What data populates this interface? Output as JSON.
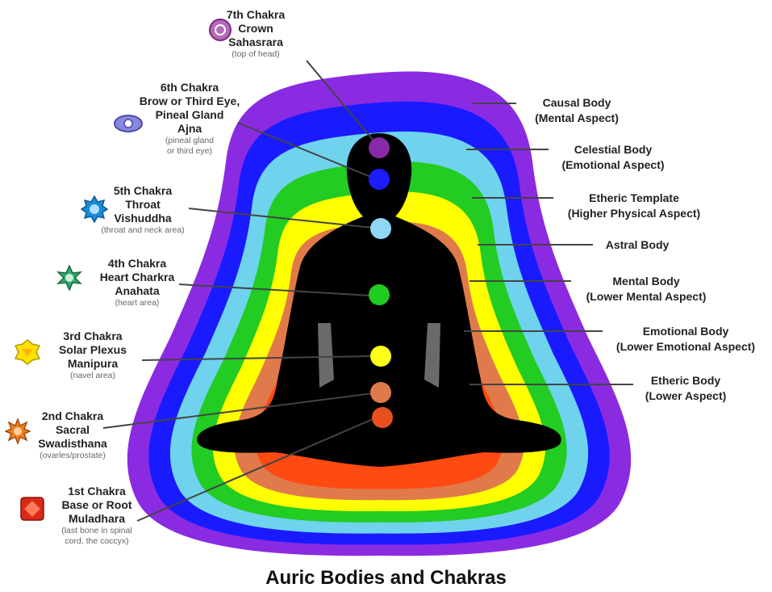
{
  "title": "Auric Bodies and Chakras",
  "colors": {
    "outer_violet": "#8a2be2",
    "blue": "#1a1aff",
    "light_blue": "#6fd3ee",
    "green": "#22cc22",
    "yellow": "#ffff00",
    "orange": "#e07a4a",
    "red_orange": "#ff4a12",
    "silhouette": "#000000",
    "chakra_crown": "#8a2aa8",
    "chakra_brow": "#1c1cff",
    "chakra_throat": "#8fd7f5",
    "chakra_heart": "#20cc20",
    "chakra_solar": "#ffff1a",
    "chakra_sacral": "#e07a4a",
    "chakra_root": "#e85020"
  },
  "chakras": [
    {
      "lines": [
        "7th Chakra",
        "Crown",
        "Sahasrara"
      ],
      "note": [
        "(top of head)"
      ],
      "icon": "crown-chakra-icon"
    },
    {
      "lines": [
        "6th Chakra",
        "Brow or Third Eye,",
        "Pineal Gland",
        "Ajna"
      ],
      "note": [
        "(pineal gland",
        "or third eye)"
      ],
      "icon": "brow-chakra-icon"
    },
    {
      "lines": [
        "5th Chakra",
        "Throat",
        "Vishuddha"
      ],
      "note": [
        "(throat and neck area)"
      ],
      "icon": "throat-chakra-icon"
    },
    {
      "lines": [
        "4th Chakra",
        "Heart Charkra",
        "Anahata"
      ],
      "note": [
        "(heart area)"
      ],
      "icon": "heart-chakra-icon"
    },
    {
      "lines": [
        "3rd Chakra",
        "Solar Plexus",
        "Manipura"
      ],
      "note": [
        "(navel area)"
      ],
      "icon": "solar-plexus-chakra-icon"
    },
    {
      "lines": [
        "2nd Chakra",
        "Sacral",
        "Swadisthana"
      ],
      "note": [
        "(ovarles/prostate)"
      ],
      "icon": "sacral-chakra-icon"
    },
    {
      "lines": [
        "1st Chakra",
        "Base or Root",
        "Muladhara"
      ],
      "note": [
        "(last bone in spinal",
        "cord, the coccyx)"
      ],
      "icon": "root-chakra-icon"
    }
  ],
  "bodies": [
    {
      "lines": [
        "Causal Body",
        "(Mental Aspect)"
      ]
    },
    {
      "lines": [
        "Celestial Body",
        "(Emotional Aspect)"
      ]
    },
    {
      "lines": [
        "Etheric Template",
        "(Higher Physical Aspect)"
      ]
    },
    {
      "lines": [
        "Astral Body"
      ]
    },
    {
      "lines": [
        "Mental Body",
        "(Lower Mental Aspect)"
      ]
    },
    {
      "lines": [
        "Emotional Body",
        "(Lower Emotional Aspect)"
      ]
    },
    {
      "lines": [
        "Etheric Body",
        "(Lower Aspect)"
      ]
    }
  ]
}
